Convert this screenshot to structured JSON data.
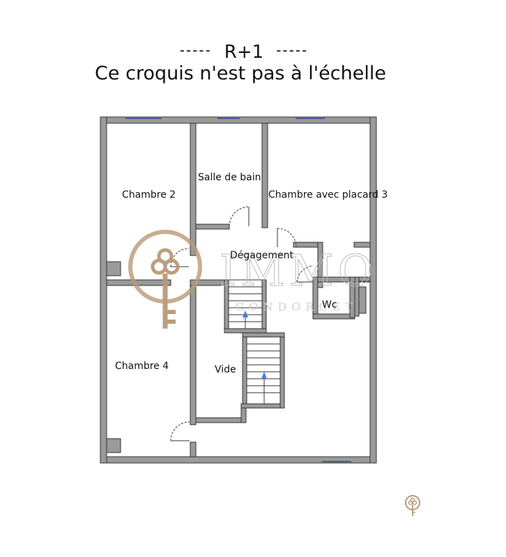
{
  "header": {
    "dash_left": "-----",
    "floor_level": "R+1",
    "dash_right": "-----",
    "scale_note": "Ce croquis n'est pas à l'échelle"
  },
  "rooms": {
    "chambre_2": "Chambre 2",
    "salle_de_bain": "Salle de bain",
    "chambre_3": "Chambre avec placard 3",
    "degagement": "Dégagement",
    "wc": "Wc",
    "chambre_4": "Chambre 4",
    "vide": "Vide"
  },
  "watermark": {
    "brand": "IMMO",
    "sub": "CONDORCET"
  },
  "colors": {
    "wall_fill": "#9a9a9a",
    "wall_stroke": "#333333",
    "window": "#4a5a9e",
    "stair_arrow": "#4a7fd0",
    "logo_gold": "#b89a77"
  }
}
